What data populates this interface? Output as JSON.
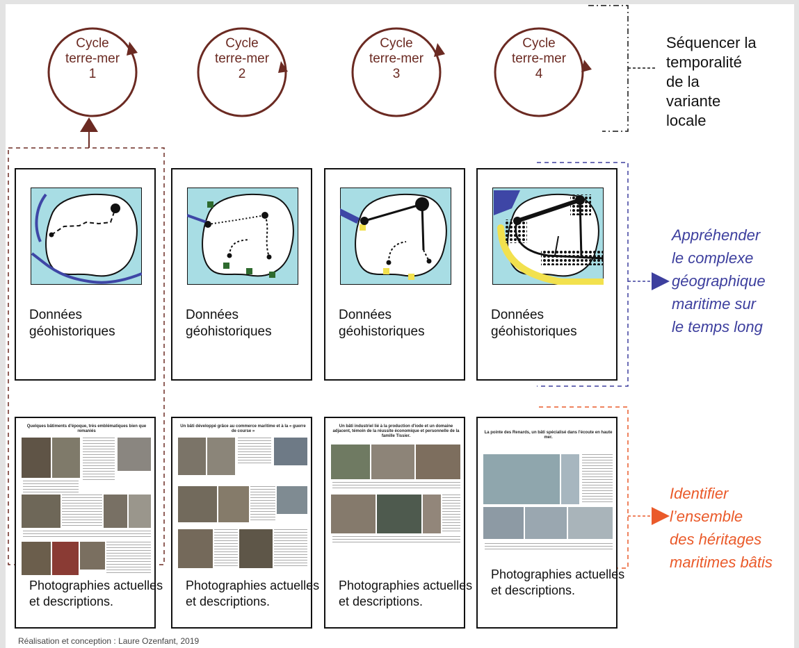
{
  "cycles": [
    {
      "line1": "Cycle",
      "line2": "terre-mer",
      "line3": "1"
    },
    {
      "line1": "Cycle",
      "line2": "terre-mer",
      "line3": "2"
    },
    {
      "line1": "Cycle",
      "line2": "terre-mer",
      "line3": "3"
    },
    {
      "line1": "Cycle",
      "line2": "terre-mer",
      "line3": "4"
    }
  ],
  "map_cards": [
    {
      "title_line1": "Données",
      "title_line2": "géohistoriques"
    },
    {
      "title_line1": "Données",
      "title_line2": "géohistoriques"
    },
    {
      "title_line1": "Données",
      "title_line2": "géohistoriques"
    },
    {
      "title_line1": "Données",
      "title_line2": "géohistoriques"
    }
  ],
  "photo_cards": [
    {
      "heading": "Quelques bâtiments d'époque, très emblématiques bien que remaniés",
      "title_line1": "Photographies actuelles",
      "title_line2": "et descriptions."
    },
    {
      "heading": "Un bâti développé grâce au commerce maritime et à la « guerre de course »",
      "title_line1": "Photographies actuelles",
      "title_line2": "et descriptions."
    },
    {
      "heading": "Un bâti industriel lié à la production d'iode et un domaine adjacent, témoin de la réussite économique et personnelle de la famille Tissier.",
      "title_line1": "Photographies actuelles",
      "title_line2": "et descriptions."
    },
    {
      "heading": "La pointe des Renards, un bâti spécialisé dans l'écoute en haute mer.",
      "title_line1": "Photographies actuelles",
      "title_line2": "et descriptions."
    }
  ],
  "side_labels": {
    "sequence": [
      "Séquencer la",
      "temporalité",
      "de la",
      "variante",
      "locale"
    ],
    "apprehend": [
      "Appréhender",
      "le complexe",
      "géographique",
      "maritime sur",
      "le temps long"
    ],
    "identify": [
      "Identifier",
      "l’ensemble",
      "des héritages",
      "maritimes bâtis"
    ]
  },
  "credit": "Réalisation et conception : Laure Ozenfant, 2019",
  "colors": {
    "cycle": "#6b2a22",
    "apprehend": "#3d3f9e",
    "identify": "#ea5a2a",
    "sea": "#a8dde4",
    "river": "#3e46a6",
    "green_marker": "#2e6a2e",
    "yellow": "#f2e14e"
  }
}
